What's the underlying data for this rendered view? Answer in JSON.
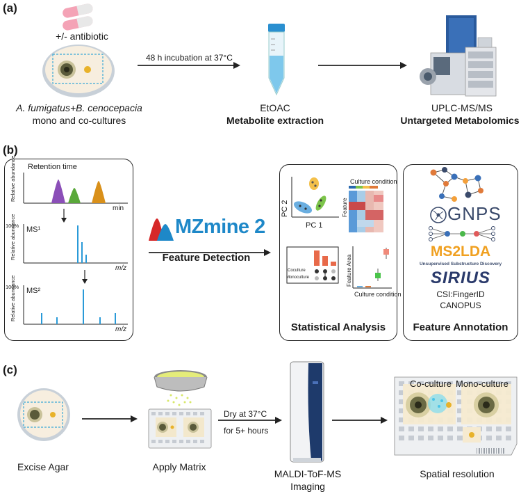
{
  "panel_a": {
    "label": "(a)",
    "antibiotic": "+/- antibiotic",
    "organisms": "A. fumigatus+B. cenocepacia",
    "culture_type": "mono and co-cultures",
    "incubation": "48 h incubation at 37°C",
    "solvent": "EtOAC",
    "extraction": "Metabolite extraction",
    "instrument": "UPLC-MS/MS",
    "method": "Untargeted Metabolomics"
  },
  "panel_b": {
    "label": "(b)",
    "retention_time": "Retention time",
    "relative_abundance": "Relative abundance",
    "min": "min",
    "pct100": "100%",
    "ms1": "MS¹",
    "ms2": "MS²",
    "mz": "m/z",
    "mzmine": "MZmine 2",
    "feature_detection": "Feature Detection",
    "pc1": "PC 1",
    "pc2": "PC 2",
    "culture_condition": "Culture condition",
    "feature": "Feature",
    "feature_area": "Feature Area",
    "coculture": "Coculture",
    "monoculture": "Monoculture",
    "statistical_analysis": "Statistical Analysis",
    "gnps": "GNPS",
    "ms2lda": "MS2LDA",
    "ms2lda_sub": "Unsupervised Substructure Discovery",
    "sirius": "SIRIUS",
    "csi": "CSI:FingerID",
    "canopus": "CANOPUS",
    "feature_annotation": "Feature Annotation"
  },
  "panel_c": {
    "label": "(c)",
    "excise": "Excise Agar",
    "apply": "Apply Matrix",
    "dry1": "Dry at 37°C",
    "dry2": "for 5+ hours",
    "maldi1": "MALDI-ToF-MS",
    "maldi2": "Imaging",
    "coculture": "Co-culture",
    "monoculture": "Mono-culture",
    "spatial": "Spatial resolution"
  },
  "colors": {
    "arrow": "#222222",
    "mzmine_blue": "#1e88c8",
    "mzmine_red": "#d62828",
    "ms2lda_orange": "#f0a020",
    "gnps_navy": "#3a4a6b",
    "peak_purple": "#8b4fb8",
    "peak_green": "#5aa83a",
    "peak_orange": "#d9901a",
    "spectrum_blue": "#2a9ad8"
  }
}
